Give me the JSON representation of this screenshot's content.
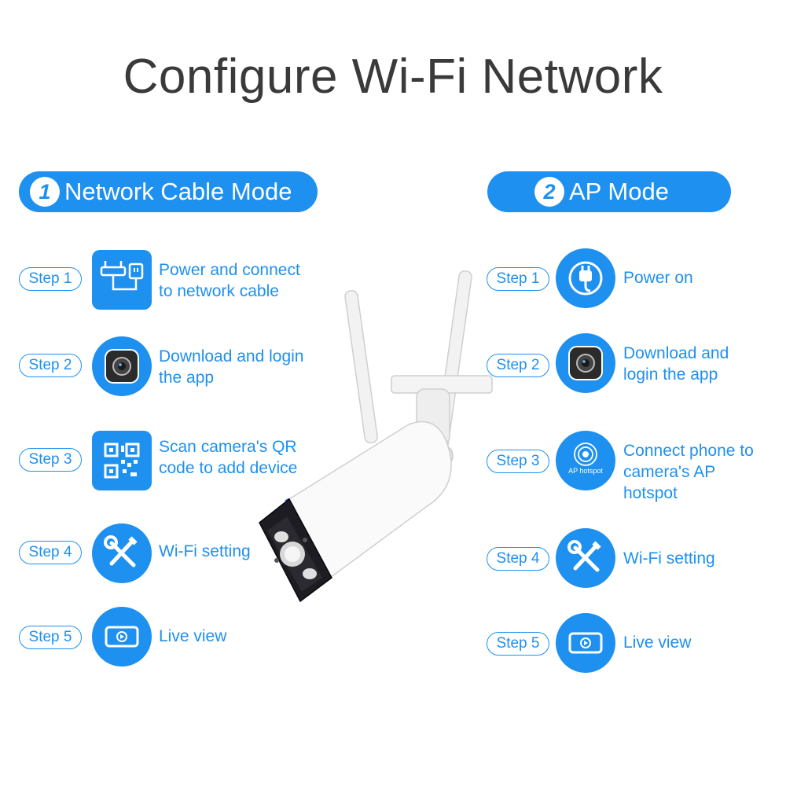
{
  "title": "Configure Wi-Fi Network",
  "colors": {
    "accent": "#1e90f0",
    "title": "#3a3a3a",
    "background": "#ffffff"
  },
  "left_mode": {
    "number": "1",
    "label": "Network Cable Mode",
    "steps": [
      {
        "badge": "Step 1",
        "icon": "router-icon",
        "text_lines": [
          "Power and connect",
          "to network cable"
        ]
      },
      {
        "badge": "Step 2",
        "icon": "camera-app-icon",
        "text_lines": [
          "Download and login",
          "the app"
        ]
      },
      {
        "badge": "Step 3",
        "icon": "qr-code-icon",
        "text_lines": [
          "Scan camera's QR",
          "code to add device"
        ]
      },
      {
        "badge": "Step 4",
        "icon": "wrench-screwdriver-icon",
        "text_lines": [
          "Wi-Fi setting"
        ]
      },
      {
        "badge": "Step 5",
        "icon": "live-view-icon",
        "text_lines": [
          "Live view"
        ]
      }
    ]
  },
  "right_mode": {
    "number": "2",
    "label": "AP Mode",
    "steps": [
      {
        "badge": "Step 1",
        "icon": "power-plug-icon",
        "text_lines": [
          "Power on"
        ]
      },
      {
        "badge": "Step 2",
        "icon": "camera-app-icon",
        "text_lines": [
          "Download and",
          "login the app"
        ]
      },
      {
        "badge": "Step 3",
        "icon": "ap-hotspot-icon",
        "icon_label": "AP hotspot",
        "text_lines": [
          "Connect phone to",
          "camera's AP",
          "hotspot"
        ]
      },
      {
        "badge": "Step 4",
        "icon": "wrench-screwdriver-icon",
        "text_lines": [
          "Wi-Fi setting"
        ]
      },
      {
        "badge": "Step 5",
        "icon": "live-view-icon",
        "text_lines": [
          "Live view"
        ]
      }
    ]
  }
}
